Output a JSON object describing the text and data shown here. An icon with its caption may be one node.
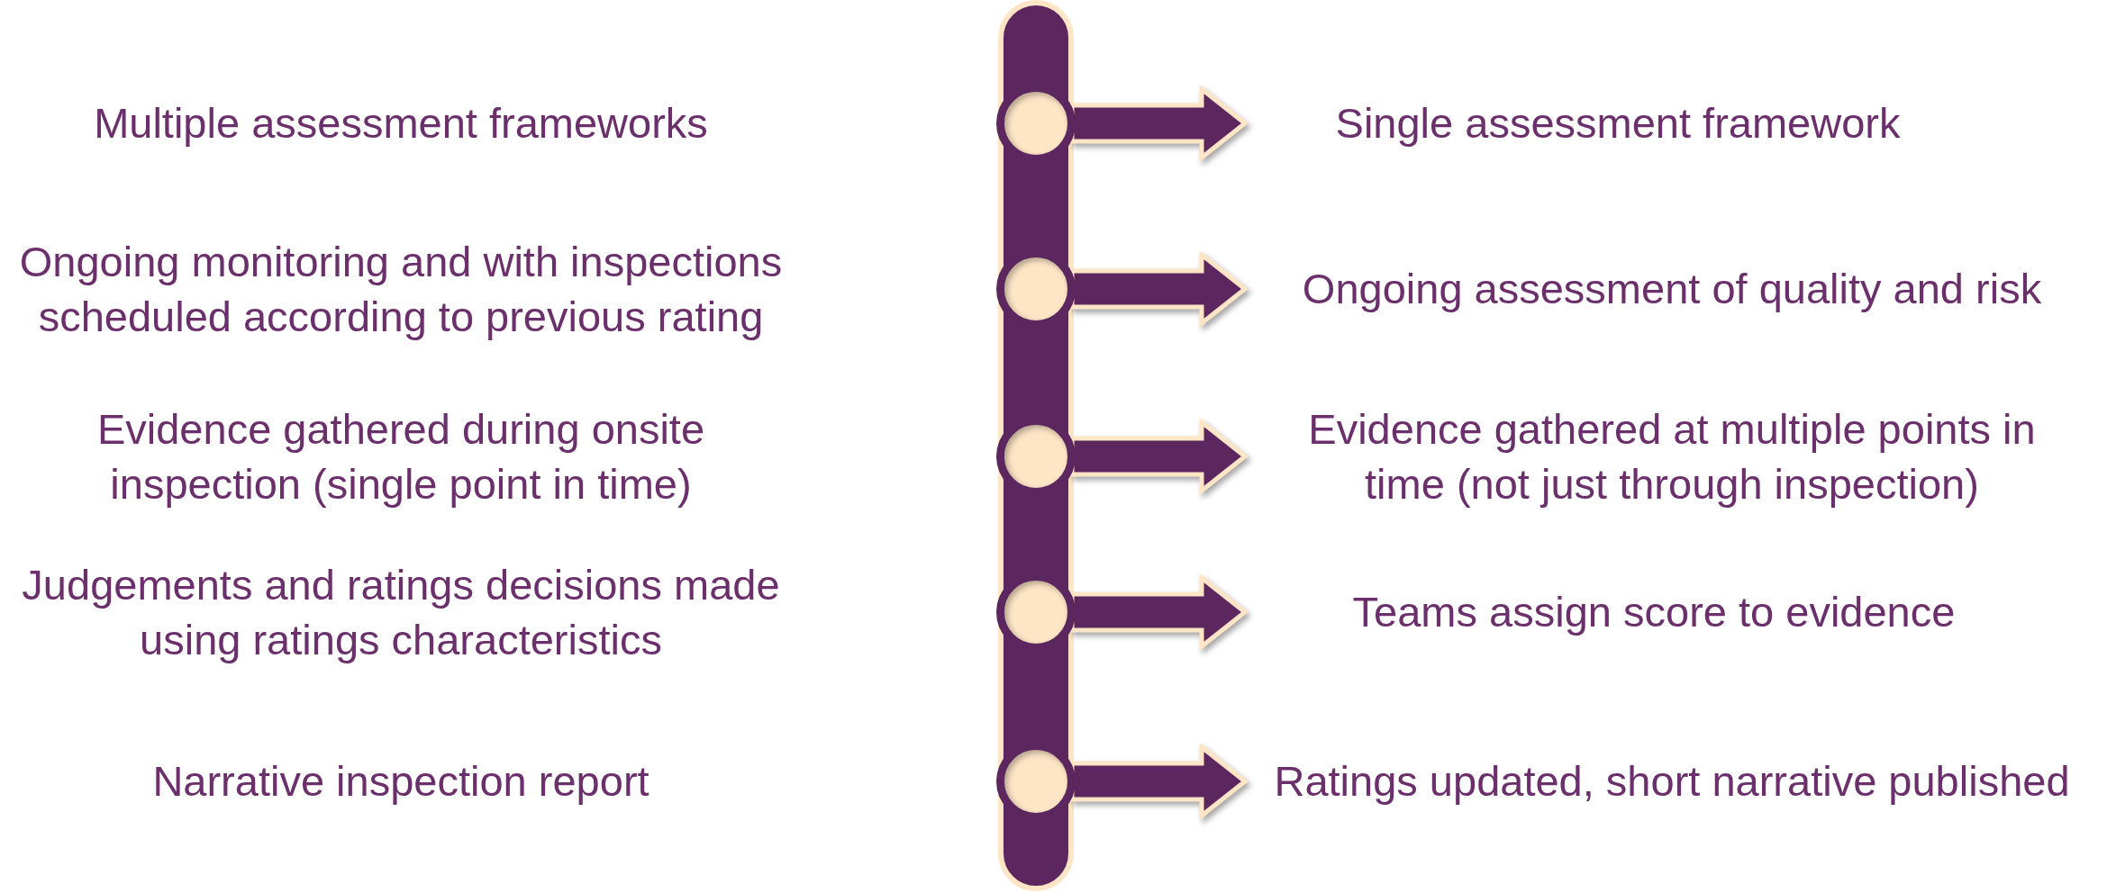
{
  "diagram": {
    "nodes": [
      {
        "text": [],
        "shape": "circle"
      },
      {
        "text": [],
        "shape": "circle"
      },
      {
        "text": [],
        "shape": "circle"
      },
      {
        "text": [],
        "shape": "circle"
      },
      {
        "text": [],
        "shape": "circle"
      },
      {
        "text": [
          "Single assessment framework"
        ]
      },
      {
        "text": [
          "Ongoing assessment of quality and risk"
        ]
      },
      {
        "text": [
          "Evidence gathered at multiple points in time (not just through inspection)"
        ]
      },
      {
        "text": [
          "Teams assign score to evidence"
        ]
      },
      {
        "text": [
          "Ratings updated, short narrative published"
        ]
      }
    ],
    "edges": [
      {
        "from": 0,
        "to": 5,
        "arrow": "to"
      },
      {
        "from": 1,
        "to": 6,
        "arrow": "to"
      },
      {
        "from": 2,
        "to": 7,
        "arrow": "to"
      },
      {
        "from": 3,
        "to": 8,
        "arrow": "to"
      },
      {
        "from": 4,
        "to": 9,
        "arrow": "to"
      }
    ],
    "labels": [
      "Multiple assessment frameworks",
      "Ongoing monitoring and with inspections scheduled according to previous rating",
      "Evidence gathered during onsite inspection (single point in time)",
      "Judgements and ratings decisions made using ratings characteristics",
      "Narrative inspection report"
    ]
  }
}
